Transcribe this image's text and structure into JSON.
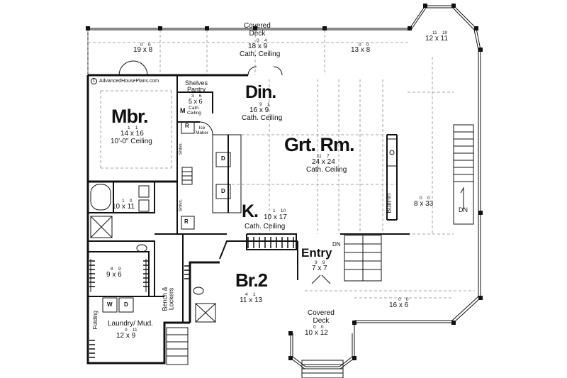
{
  "logo": {
    "text": "AdvancedHousePlans.com",
    "mark": "C"
  },
  "rooms": {
    "covered_deck_top": {
      "name": "Covered\nDeck",
      "dims": "18 x 9",
      "sup": "0    4",
      "ceiling": "Cath. Ceiling"
    },
    "deck_left": {
      "dims": "19 x 8",
      "sup": "0    0"
    },
    "deck_right": {
      "dims": "13 x 8",
      "sup": "0    0"
    },
    "deck_corner": {
      "dims": "12 x 11",
      "sup": "11    10"
    },
    "mbr": {
      "name": "Mbr.",
      "dims": "14 x 16",
      "sup": "1    1",
      "ceiling": "10'-0\" Ceiling"
    },
    "pantry": {
      "name": "Shelves\nPantry",
      "dims": "5 x 6",
      "sup": "3    6"
    },
    "din": {
      "name": "Din.",
      "dims": "16 x 9",
      "sup": "9    1",
      "ceiling": "Cath. Ceiling"
    },
    "grt_rm": {
      "name": "Grt. Rm.",
      "dims": "24 x 24",
      "sup": "11    7",
      "ceiling": "Cath. Ceiling"
    },
    "kitchen": {
      "name": "K.",
      "dims": "10 x 17",
      "sup": "1    10",
      "ceiling": "Cath. Ceiling"
    },
    "bath": {
      "dims": "10 x 11",
      "sup": "1    0"
    },
    "closet": {
      "dims": "9 x 6",
      "sup": "8    9"
    },
    "laundry": {
      "name": "Laundry/ Mud.",
      "dims": "12 x 9",
      "sup": "0    11"
    },
    "br2": {
      "name": "Br.2",
      "dims": "11 x 13",
      "sup": "4    1"
    },
    "entry": {
      "name": "Entry",
      "dims": "7 x 7",
      "sup": "9    9"
    },
    "deck_side": {
      "dims": "8 x 33",
      "sup": "0    0"
    },
    "deck_front": {
      "dims": "16 x 6",
      "sup": "0    0"
    },
    "covered_deck_bottom": {
      "name": "Covered\nDeck",
      "dims": "10 x 12",
      "sup": "0    0"
    }
  },
  "labels": {
    "m": "M",
    "cath_ceiling_small": "Cath.\nCeiling",
    "r_top": "R",
    "r_bottom": "R",
    "ice_maker": "Ice\nMaker",
    "shlvs_top": "Shlvs.",
    "shlvs_bottom": "Shlvs.",
    "d1": "D",
    "d2": "D",
    "built_in": "Built-In",
    "dn_stairs": "DN",
    "dn_entry": "DN",
    "bench": "Bench &\nLockers",
    "washer": "W",
    "dryer": "D",
    "folding": "Folding"
  },
  "colors": {
    "wall": "#111111",
    "dash": "#777777",
    "rail": "#222222"
  }
}
